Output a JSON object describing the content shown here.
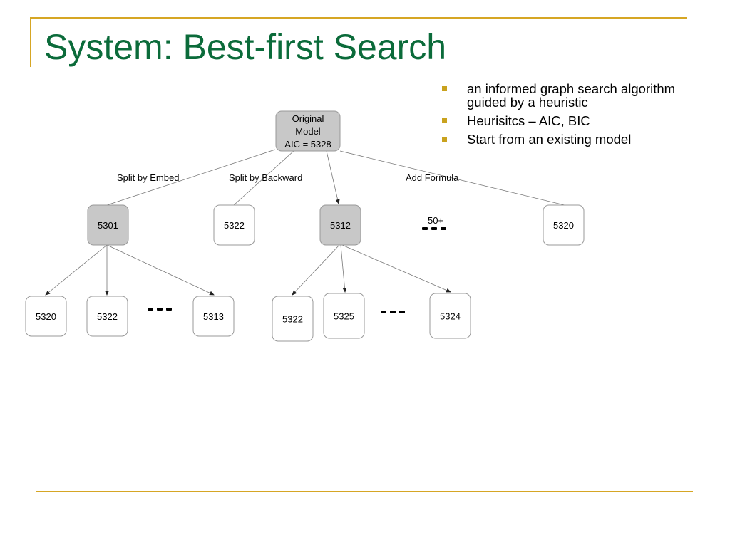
{
  "slide": {
    "title": "System: Best-first Search",
    "bullets": [
      "an informed graph search algorithm guided by a heuristic",
      "Heurisitcs – AIC, BIC",
      "Start from an existing model"
    ]
  },
  "diagram": {
    "root": {
      "lines": [
        "Original",
        "Model",
        "AIC = 5328"
      ]
    },
    "edge_labels": [
      "Split by Embed",
      "Split by Backward",
      "Add Formula"
    ],
    "level1": [
      "5301",
      "5322",
      "5312",
      "5320"
    ],
    "branch_count": "50+",
    "level2_left": [
      "5320",
      "5322",
      "5313"
    ],
    "level2_right": [
      "5322",
      "5325",
      "5324"
    ]
  },
  "colors": {
    "title": "#0b6b3a",
    "accent_rule": "#d6a624",
    "bullet": "#c9a21e",
    "expanded_node": "#c8c8c8",
    "node_border": "#999999"
  }
}
